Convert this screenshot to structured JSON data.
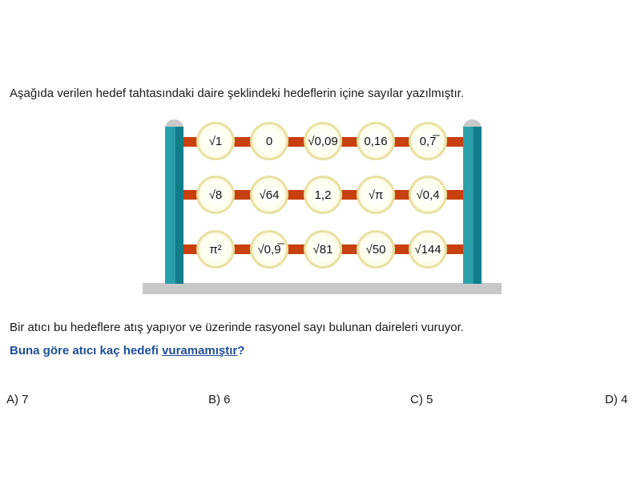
{
  "intro_text": "Aşağıda verilen hedef tahtasındaki daire şeklindeki hedeflerin içine sayılar yazılmıştır.",
  "targets": {
    "row1": [
      "√1",
      "0",
      "√0,09",
      "0,16",
      "0,7̅"
    ],
    "row2": [
      "√8",
      "√64",
      "1,2",
      "√π",
      "√0,4"
    ],
    "row3": [
      "π²",
      "√0,9̅",
      "√81",
      "√50",
      "√144"
    ]
  },
  "question_text": "Bir atıcı bu hedeflere atış yapıyor ve üzerinde rasyonel sayı bulunan daireleri vuruyor.",
  "prompt": {
    "before": "Buna göre atıcı kaç hedefi ",
    "underlined": "vuramamıştır",
    "after": "?"
  },
  "options": [
    "A) 7",
    "B) 6",
    "C) 5",
    "D) 4"
  ],
  "colors": {
    "post": "#2aa0aa",
    "rod": "#c8400e",
    "base": "#c8c8c8",
    "prompt": "#1f4e99"
  }
}
